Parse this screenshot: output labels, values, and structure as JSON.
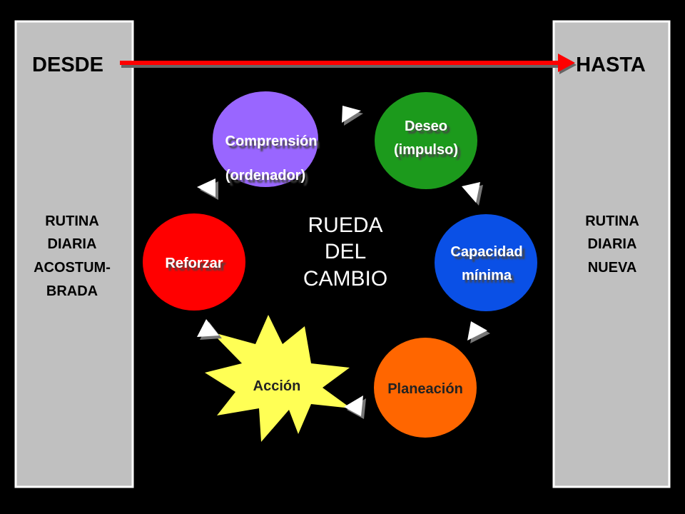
{
  "left_panel": {
    "heading": "DESDE",
    "lines": [
      "RUTINA",
      "DIARIA",
      "ACOSTUM-",
      "BRADA"
    ]
  },
  "right_panel": {
    "heading": "HASTA",
    "lines": [
      "RUTINA",
      "DIARIA",
      "NUEVA"
    ]
  },
  "center_title": [
    "RUEDA",
    "DEL",
    "CAMBIO"
  ],
  "nodes": {
    "comprension": {
      "line1": "Comprensión",
      "line2": "(ordenador)"
    },
    "deseo": {
      "line1": "Deseo",
      "line2": "(impulso)"
    },
    "capacidad": {
      "line1": "Capacidad",
      "line2": "mínima"
    },
    "planeacion": {
      "line1": "Planeación"
    },
    "accion": {
      "line1": "Acción"
    },
    "reforzar": {
      "line1": "Reforzar"
    }
  },
  "colors": {
    "background": "#000000",
    "panel": "#C0C0C0",
    "comprension": "#9966FF",
    "deseo": "#1C9A1C",
    "capacidad": "#0A50E6",
    "planeacion": "#FF6600",
    "accion": "#FFFF55",
    "reforzar": "#FF0000",
    "arrow": "#FF0000"
  }
}
